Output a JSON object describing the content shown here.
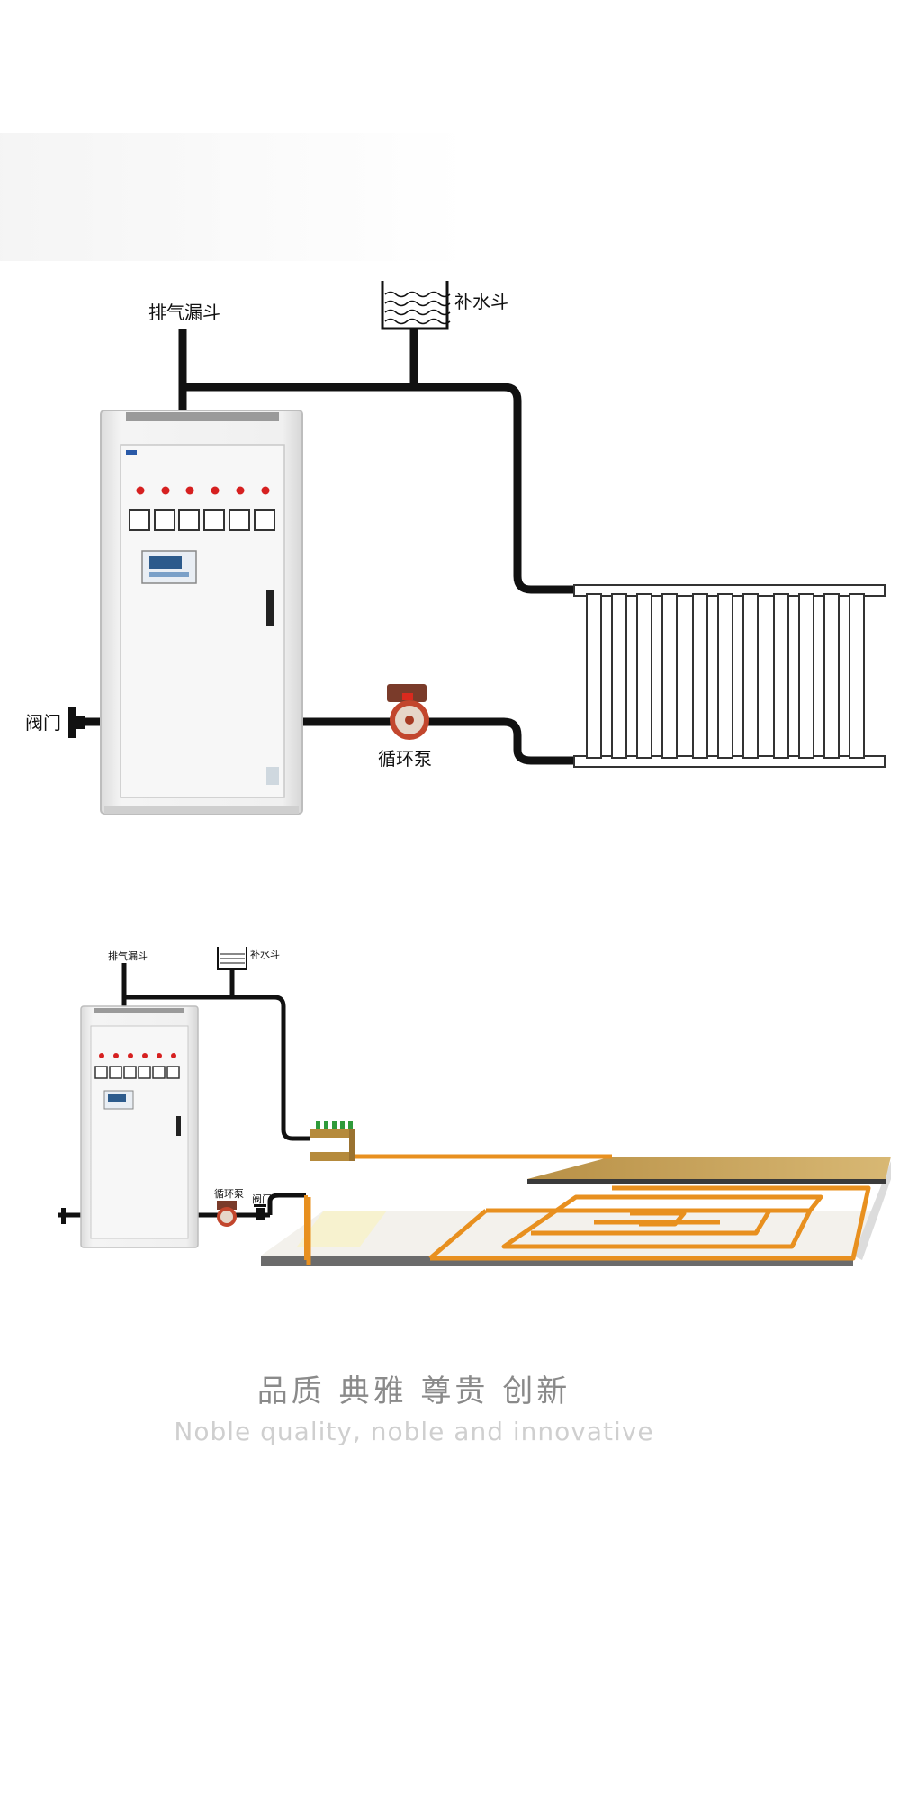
{
  "diagram1": {
    "exhaust_funnel_label": "排气漏斗",
    "refill_funnel_label": "补水斗",
    "valve_label": "阀门",
    "pump_label": "循环泵"
  },
  "diagram2": {
    "exhaust_funnel_label": "排气漏斗",
    "refill_funnel_label": "补水斗",
    "pump_label": "循环泵",
    "valve_label": "阀门"
  },
  "slogan": {
    "chinese": "品质   典雅   尊贵   创新",
    "english": "Noble quality, noble and innovative"
  },
  "colors": {
    "pipe": "#111111",
    "heating_coil": "#e8901f",
    "cabinet": "#eeeeee",
    "floor_board": "#c9a55c"
  }
}
